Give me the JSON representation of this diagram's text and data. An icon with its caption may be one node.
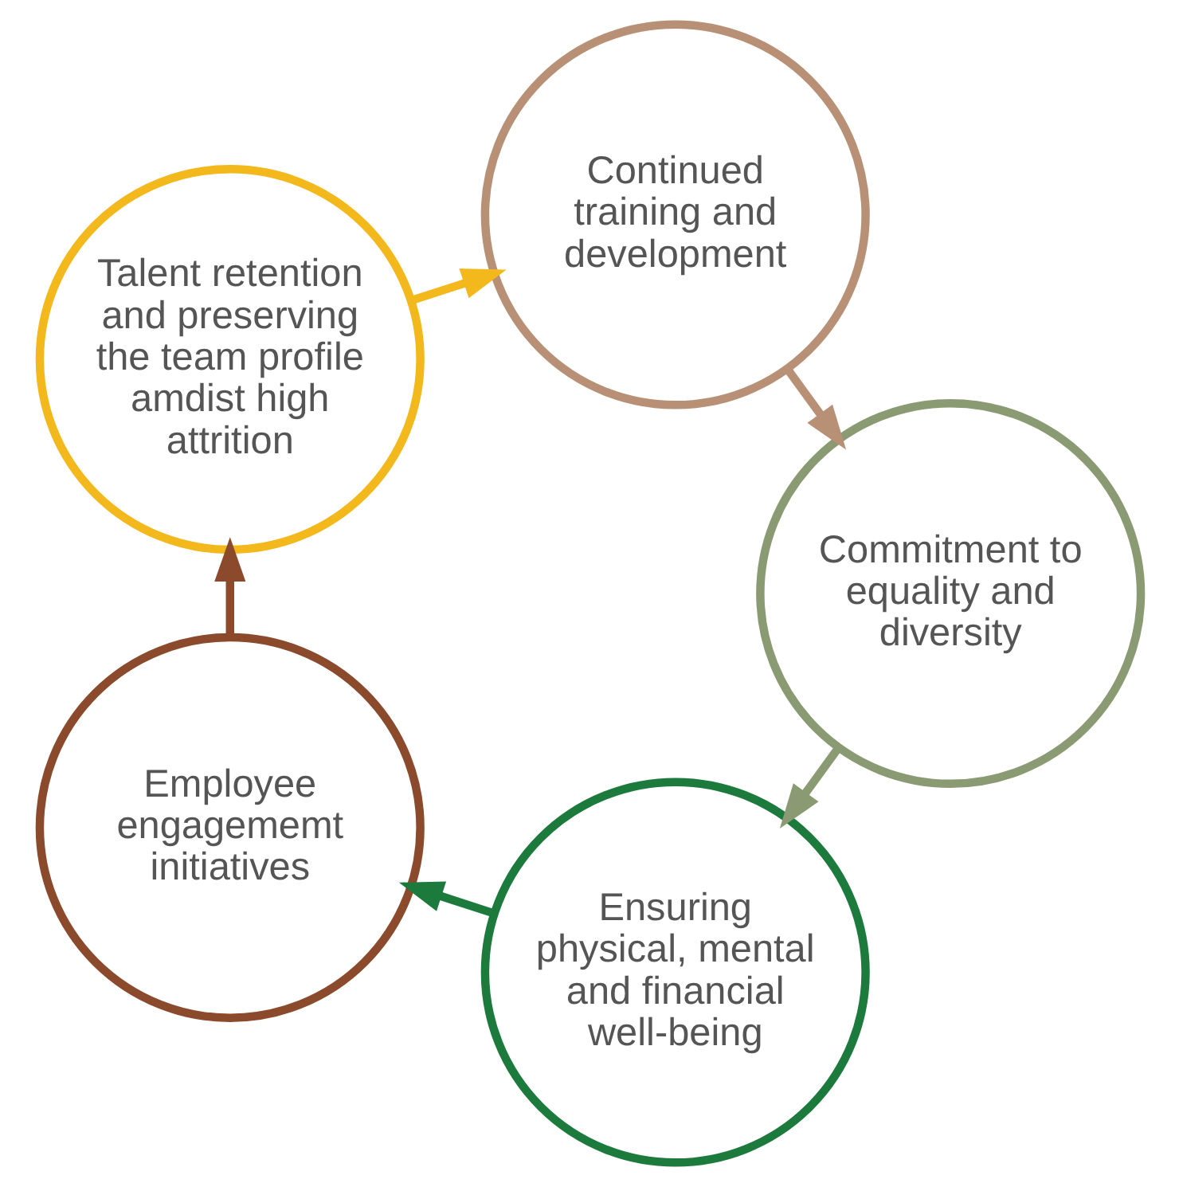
{
  "diagram": {
    "nodes": [
      {
        "text": [
          "Ensuring physical, mental and financial well-being"
        ]
      },
      {
        "text": [
          "Employee engagememt initiatives"
        ]
      },
      {
        "text": [
          "Talent retention and preserving the team profile amdist high attrition"
        ]
      },
      {
        "text": [
          "Continued training and development"
        ]
      },
      {
        "text": [
          "Commitment to equality and diversity"
        ]
      }
    ],
    "edges": [
      {
        "from": 0,
        "to": 1,
        "arrow": "to",
        "color": "#1b7a3c"
      },
      {
        "from": 1,
        "to": 2,
        "arrow": "to",
        "color": "#8b4a2b"
      },
      {
        "from": 2,
        "to": 3,
        "arrow": "to",
        "color": "#f2b81c"
      },
      {
        "from": 3,
        "to": 4,
        "arrow": "to",
        "color": "#b89075"
      },
      {
        "from": 4,
        "to": 0,
        "arrow": "to",
        "color": "#8a9a72"
      }
    ]
  }
}
